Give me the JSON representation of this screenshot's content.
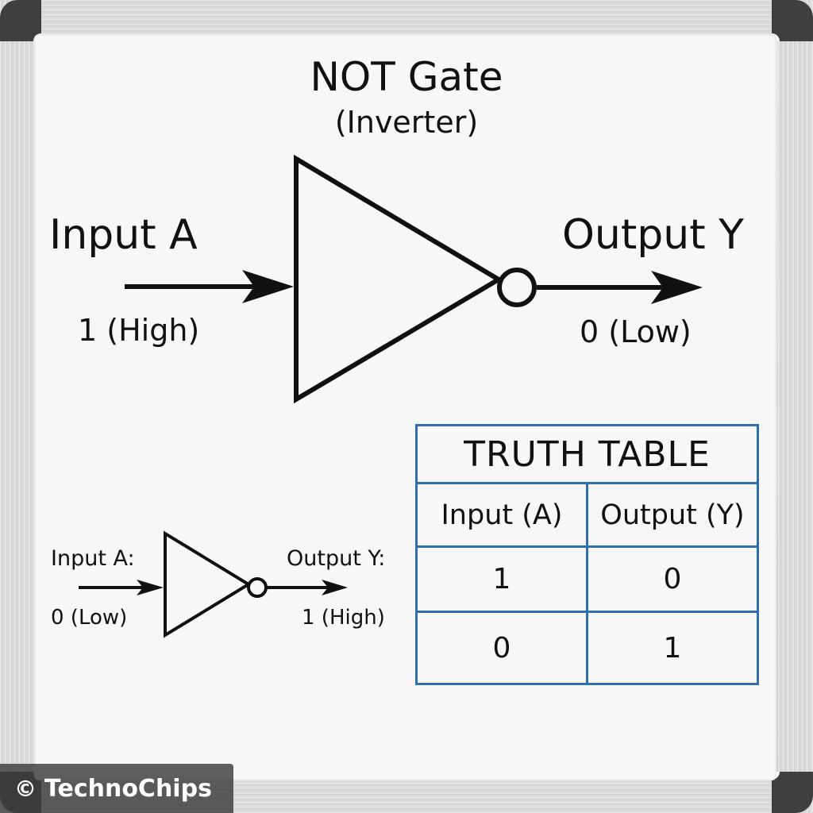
{
  "title": "NOT Gate",
  "subtitle": "(Inverter)",
  "main_diagram": {
    "input_label": "Input A",
    "input_value": "1 (High)",
    "output_label": "Output Y",
    "output_value": "0 (Low)"
  },
  "small_diagram": {
    "input_label": "Input A:",
    "input_value": "0 (Low)",
    "output_label": "Output Y:",
    "output_value": "1 (High)"
  },
  "truth_table": {
    "title": "TRUTH  TABLE",
    "headers": [
      "Input (A)",
      "Output (Y)"
    ],
    "rows": [
      [
        "1",
        "0"
      ],
      [
        "0",
        "1"
      ]
    ],
    "border_color": "#2f6fb0"
  },
  "watermark": {
    "icon": "copyright-icon",
    "symbol": "©",
    "text": "TechnoChips"
  }
}
